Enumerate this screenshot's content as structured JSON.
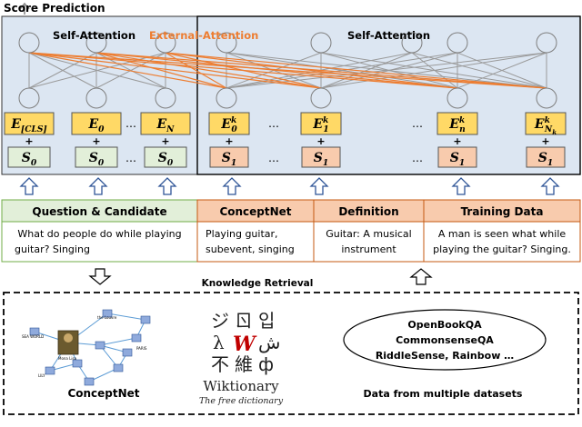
{
  "header": {
    "score_prediction": "Score Prediction"
  },
  "encoder": {
    "self_attention_left": "Self-Attention",
    "external_attention": "External-Attention",
    "self_attention_right": "Self-Attention",
    "ellipsis": "…",
    "plus": "+",
    "left_embeddings": [
      {
        "base": "E",
        "sub": "[CLS]",
        "sup": ""
      },
      {
        "base": "E",
        "sub": "0",
        "sup": ""
      },
      {
        "base": "E",
        "sub": "N",
        "sup": ""
      }
    ],
    "left_segments": [
      {
        "base": "S",
        "sub": "0"
      },
      {
        "base": "S",
        "sub": "0"
      },
      {
        "base": "S",
        "sub": "0"
      }
    ],
    "right_embeddings": [
      {
        "base": "E",
        "sub": "0",
        "sup": "k"
      },
      {
        "base": "E",
        "sub": "1",
        "sup": "k"
      },
      {
        "base": "E",
        "sub": "n",
        "sup": "k"
      },
      {
        "base": "E",
        "sub": "N",
        "sub2": "k",
        "sup": "k"
      }
    ],
    "right_segments": [
      {
        "base": "S",
        "sub": "1"
      },
      {
        "base": "S",
        "sub": "1"
      },
      {
        "base": "S",
        "sub": "1"
      },
      {
        "base": "S",
        "sub": "1"
      }
    ]
  },
  "inputs": {
    "question": {
      "header": "Question & Candidate",
      "lines": [
        "What do people do while playing",
        "guitar? Singing"
      ]
    },
    "conceptnet": {
      "header": "ConceptNet",
      "lines": [
        "Playing guitar,",
        "subevent, singing"
      ]
    },
    "definition": {
      "header": "Definition",
      "lines": [
        "Guitar: A musical",
        "instrument"
      ]
    },
    "training": {
      "header": "Training Data",
      "lines": [
        "A man is seen what while",
        "playing the guitar? Singing."
      ]
    }
  },
  "retrieval": {
    "label": "Knowledge Retrieval",
    "conceptnet_caption": "ConceptNet",
    "wiktionary_title": "Wiktionary",
    "wiktionary_subtitle": "The free dictionary",
    "wiktionary_glyphs": [
      "ジ",
      "ㄖ",
      "입",
      "λ",
      "W",
      "ش",
      "不",
      "維",
      "ф"
    ],
    "datasets": [
      "OpenBookQA",
      "CommonsenseQA",
      "RiddleSense, Rainbow …"
    ],
    "datasets_caption": "Data from multiple datasets",
    "graph_labels": [
      "SEA WORLD",
      "Mona Lisa",
      "LILY",
      "the Louvre",
      "PARIS"
    ]
  },
  "colors": {
    "panel_blue": "#dce6f2",
    "embedding_yellow": "#ffd966",
    "segment_green": "#e2efd9",
    "segment_orange": "#f8cbad",
    "header_green": "#e2efd9",
    "header_orange": "#f8cbad",
    "external_attention": "#ed7d31",
    "arrow_blue": "#2f5597"
  }
}
